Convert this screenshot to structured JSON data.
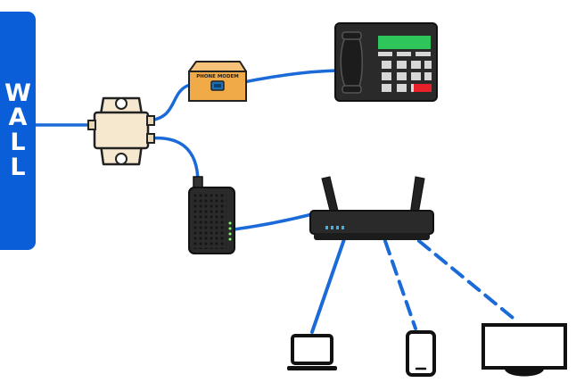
{
  "wall": {
    "letters": [
      "W",
      "A",
      "L",
      "L"
    ]
  },
  "phone_modem": {
    "label": "PHONE MODEM"
  },
  "icons": {
    "wall": "wall-panel",
    "splitter": "line-splitter",
    "phone_modem": "phone-modem-box",
    "desk_phone": "desk-phone",
    "modem": "cable-modem",
    "router": "wifi-router",
    "laptop": "laptop",
    "phone": "smartphone",
    "tv": "television"
  },
  "colors": {
    "wall": "#0a5fd8",
    "cable": "#1a6ad8",
    "device_dark": "#2a2a2a",
    "phone_display": "#2ec55a",
    "phone_red_key": "#e8202a",
    "modem_box": "#f0aa48",
    "splitter": "#f6e7cf",
    "led": "#3fb3e6"
  },
  "connections": [
    {
      "from": "wall",
      "to": "splitter",
      "style": "wired"
    },
    {
      "from": "splitter",
      "to": "phone_modem",
      "style": "wired"
    },
    {
      "from": "phone_modem",
      "to": "desk_phone",
      "style": "wired"
    },
    {
      "from": "splitter",
      "to": "modem",
      "style": "wired"
    },
    {
      "from": "modem",
      "to": "router",
      "style": "wired"
    },
    {
      "from": "router",
      "to": "laptop",
      "style": "wired"
    },
    {
      "from": "router",
      "to": "phone",
      "style": "wireless"
    },
    {
      "from": "router",
      "to": "tv",
      "style": "wireless"
    }
  ]
}
